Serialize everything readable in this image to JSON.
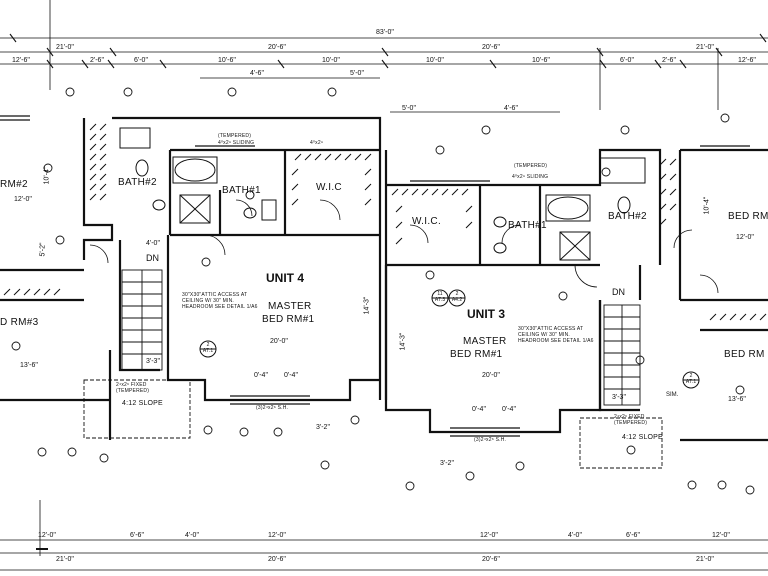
{
  "overall_dim": "83'-0\"",
  "dims_top_row1": [
    "21'-0\"",
    "20'-6\"",
    "20'-6\"",
    "21'-0\""
  ],
  "dims_top_row2": [
    "12'-6\"",
    "2'-6\"",
    "6'-0\"",
    "10'-6\"",
    "10'-0\"",
    "10'-0\"",
    "10'-6\"",
    "6'-0\"",
    "2'-6\"",
    "12'-6\""
  ],
  "dims_top_row3": [
    "4'-6\"",
    "5'-0\"",
    "5'-0\"",
    "4'-6\""
  ],
  "dims_bottom_row2": [
    "21'-0\"",
    "20'-6\"",
    "20'-6\"",
    "21'-0\""
  ],
  "dims_bottom_row1": [
    "12'-0\"",
    "6'-6\"",
    "4'-0\"",
    "12'-0\"",
    "12'-0\"",
    "4'-0\"",
    "6'-6\"",
    "12'-0\""
  ],
  "units": {
    "unit4": {
      "label": "UNIT 4",
      "master_line1": "MASTER",
      "master_line2": "BED RM#1",
      "bath2": "BATH#2",
      "bath1": "BATH#1",
      "wic": "W.I.C",
      "bed_rm2": "RM#2",
      "bed_rm3": "D RM#3",
      "dn": "DN",
      "attic_note": "30\"X30\"ATTIC ACCESS AT CEILING W/ 30\" MIN. HEADROOM SEE DETAIL 1/A6",
      "window_1": "(3)2⁴x2⁶ S.H.",
      "window_2": "4⁰x2⁹ SLIDING",
      "window_3": "4⁰x2⁹",
      "tempered": "(TEMPERED)",
      "fixed_note": "2⁴x2⁶ FIXED (TEMPERED)",
      "slope": "4:12 SLOPE",
      "dim_20": "20'-0\"",
      "dim_14": "14'-3\"",
      "dim_10": "10'-4\"",
      "dim_12": "12'-0\"",
      "dim_13": "13'-6\"",
      "dim_33": "3'-3\"",
      "dim_32": "3'-2\"",
      "dim_04a": "0'-4\"",
      "dim_04b": "0'-4\"",
      "dim_40": "4'-0\"",
      "dim_52": "5'-2\""
    },
    "unit3": {
      "label": "UNIT 3",
      "master_line1": "MASTER",
      "master_line2": "BED RM#1",
      "bath2": "BATH#2",
      "bath1": "BATH#1",
      "wic": "W.I.C.",
      "bed_rm": "BED RM",
      "bed_rm2": "BED RM",
      "dn": "DN",
      "attic_note": "30\"X30\"ATTIC ACCESS AT CEILING W/ 30\" MIN. HEADROOM SEE DETAIL 1/A6",
      "window_1": "(3)2⁴x2⁶ S.H.",
      "window_2": "4⁰x2⁹ SLIDING",
      "tempered": "(TEMPERED)",
      "fixed_note": "2⁴x2⁶ FIXED (TEMPERED)",
      "slope": "4:12 SLOPE",
      "dim_20": "20'-0\"",
      "dim_14": "14'-3\"",
      "dim_12": "12'-0\"",
      "dim_104": "10'-4\"",
      "dim_136": "13'-6\"",
      "dim_33": "3'-3\"",
      "dim_32": "3'-2\"",
      "dim_04a": "0'-4\"",
      "dim_04b": "0'-4\"",
      "sim": "SIM."
    }
  },
  "tags": {
    "a71_left": "2\nA7.1",
    "a71_right": "2\nA7.1",
    "a73": "11\nA7.3",
    "a42": "2\nA4.2"
  }
}
